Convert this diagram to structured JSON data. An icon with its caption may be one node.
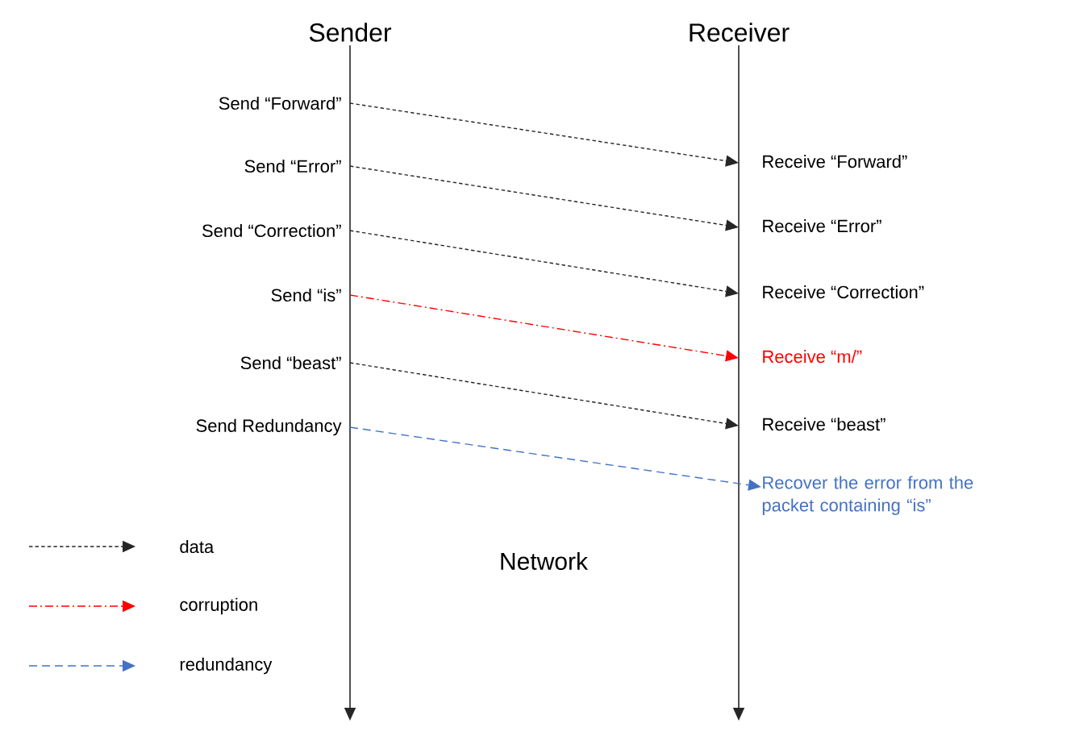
{
  "diagram": {
    "nodes": [
      {
        "text": [
          "Sender"
        ]
      },
      {
        "text": [
          "Receiver"
        ]
      },
      {
        "text": [
          "Send “Forward”"
        ]
      },
      {
        "text": [
          "Send “Error”"
        ]
      },
      {
        "text": [
          "Send “Correction”"
        ]
      },
      {
        "text": [
          "Send “is”"
        ]
      },
      {
        "text": [
          "Send “beast”"
        ]
      },
      {
        "text": [
          "Send Redundancy"
        ]
      },
      {
        "text": [
          "Receive “Forward”"
        ]
      },
      {
        "text": [
          "Receive “Error”"
        ]
      },
      {
        "text": [
          "Receive “Correction”"
        ]
      },
      {
        "text": [
          "Receive “m/”"
        ]
      },
      {
        "text": [
          "Receive “beast”"
        ]
      },
      {
        "text": [
          "Recover the error from the packet containing “is”"
        ]
      }
    ],
    "edges": [
      {
        "from": 0,
        "to": null,
        "arrow": "to"
      },
      {
        "from": 1,
        "to": null,
        "arrow": "to"
      },
      {
        "from": 2,
        "to": 8,
        "arrow": "to",
        "style": "dashed"
      },
      {
        "from": 3,
        "to": 9,
        "arrow": "to",
        "style": "dashed"
      },
      {
        "from": 4,
        "to": 10,
        "arrow": "to",
        "style": "dashed"
      },
      {
        "from": 5,
        "to": 11,
        "arrow": "to",
        "style": "dashed",
        "color": "#ff0000"
      },
      {
        "from": 6,
        "to": 12,
        "arrow": "to",
        "style": "dashed"
      },
      {
        "from": 7,
        "to": 13,
        "arrow": "to",
        "style": "dashed",
        "color": "#4472c4"
      }
    ],
    "labels": [
      "Network"
    ],
    "legend": [
      {
        "text": "data"
      },
      {
        "text": "corruption"
      },
      {
        "text": "redundancy"
      }
    ]
  }
}
